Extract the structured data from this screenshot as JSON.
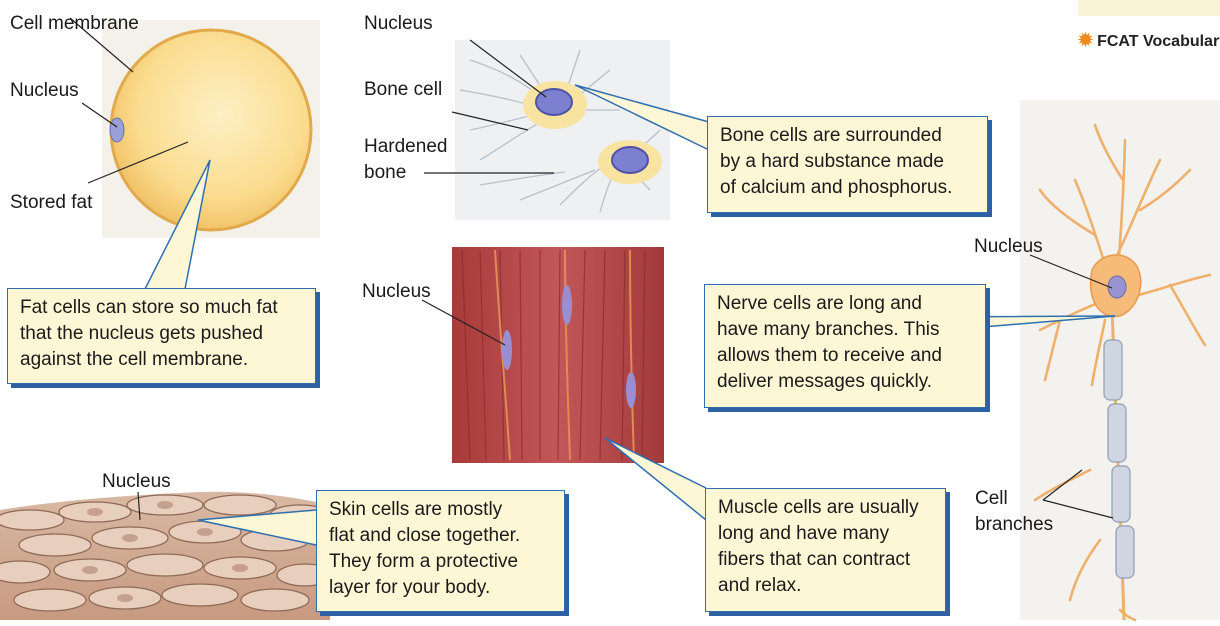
{
  "vocab_key": {
    "symbol": "✹",
    "text": "FCAT Vocabulary"
  },
  "fat_cell": {
    "labels": {
      "membrane": "Cell membrane",
      "nucleus": "Nucleus",
      "stored_fat": "Stored fat"
    },
    "callout": [
      "Fat cells can store so much fat",
      "that the nucleus gets pushed",
      "against the cell membrane."
    ]
  },
  "bone_cell": {
    "labels": {
      "nucleus": "Nucleus",
      "bone_cell": "Bone cell",
      "hardened_1": "Hardened",
      "hardened_2": "bone"
    },
    "callout": [
      "Bone cells are surrounded",
      "by a hard substance made",
      "of calcium and phosphorus."
    ]
  },
  "muscle_cell": {
    "labels": {
      "nucleus": "Nucleus"
    },
    "callout": [
      "Muscle cells are usually",
      "long and have many",
      "fibers that can contract",
      "and relax."
    ]
  },
  "nerve_cell": {
    "labels": {
      "nucleus": "Nucleus",
      "branches_1": "Cell",
      "branches_2": "branches"
    },
    "callout": [
      "Nerve cells are long and",
      "have many branches. This",
      "allows them to receive and",
      "deliver messages quickly."
    ]
  },
  "skin_cell": {
    "labels": {
      "nucleus": "Nucleus"
    },
    "callout": [
      "Skin cells are mostly",
      "flat and close together.",
      "They form a protective",
      "layer for your body."
    ]
  },
  "colors": {
    "callout_fill": "#fdf7d6",
    "callout_border": "#2f6fb0",
    "fat": "#fbd78a",
    "muscle": "#b2433f",
    "nerve": "#f6bb78",
    "nucleus": "#7d7fd0"
  }
}
